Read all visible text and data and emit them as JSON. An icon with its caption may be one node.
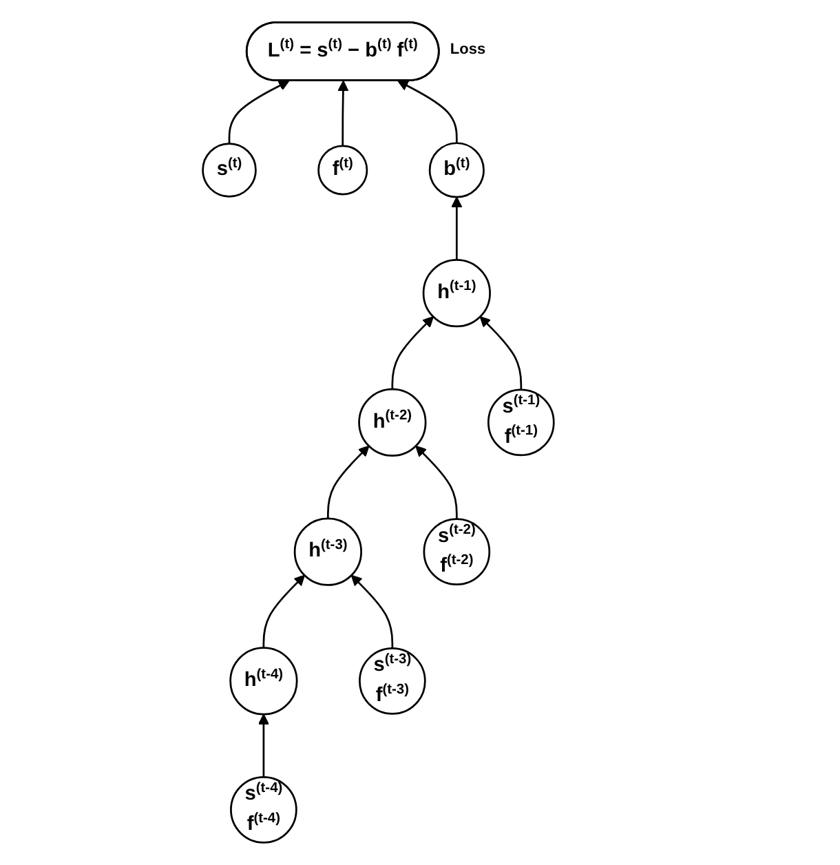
{
  "diagram": {
    "nodes": [
      {
        "text": [
          "s$^{(t)}$"
        ]
      },
      {
        "text": [
          "f$^{(t)}$"
        ]
      },
      {
        "text": [
          "L$^{(t)}$ = s$^{(t)}$ − b$^{(t)}$ f$^{(t)}$"
        ],
        "beside": [
          "Loss"
        ]
      },
      {
        "text": [
          "b$^{(t)}$"
        ]
      },
      {
        "text": [
          "h$^{(t-4)}$"
        ]
      },
      {
        "text": [
          "h$^{(t-3)}$"
        ]
      },
      {
        "text": [
          "h$^{(t-2)}$"
        ]
      },
      {
        "text": [
          "h$^{(t-1)}$"
        ]
      },
      {
        "text": [
          "s$^{(t-4)}$",
          "f$^{(t-4)}$"
        ]
      },
      {
        "text": [
          "s$^{(t-3)}$",
          "f$^{(t-3)}$"
        ]
      },
      {
        "text": [
          "s$^{(t-2)}$",
          "f$^{(t-2)}$"
        ]
      },
      {
        "text": [
          "s$^{(t-1)}$",
          "f$^{(t-1)}$"
        ]
      }
    ],
    "edges": [
      {
        "from": 0,
        "to": 2,
        "arrow": "to"
      },
      {
        "from": 1,
        "to": 2,
        "arrow": "to"
      },
      {
        "from": 3,
        "to": 2,
        "arrow": "to"
      },
      {
        "from": 7,
        "to": 3,
        "arrow": "to"
      },
      {
        "from": 4,
        "to": 5,
        "arrow": "to"
      },
      {
        "from": 5,
        "to": 6,
        "arrow": "to"
      },
      {
        "from": 6,
        "to": 7,
        "arrow": "to"
      },
      {
        "from": 8,
        "to": 4,
        "arrow": "to"
      },
      {
        "from": 9,
        "to": 5,
        "arrow": "to"
      },
      {
        "from": 10,
        "to": 6,
        "arrow": "to"
      },
      {
        "from": 11,
        "to": 7,
        "arrow": "to"
      }
    ]
  }
}
